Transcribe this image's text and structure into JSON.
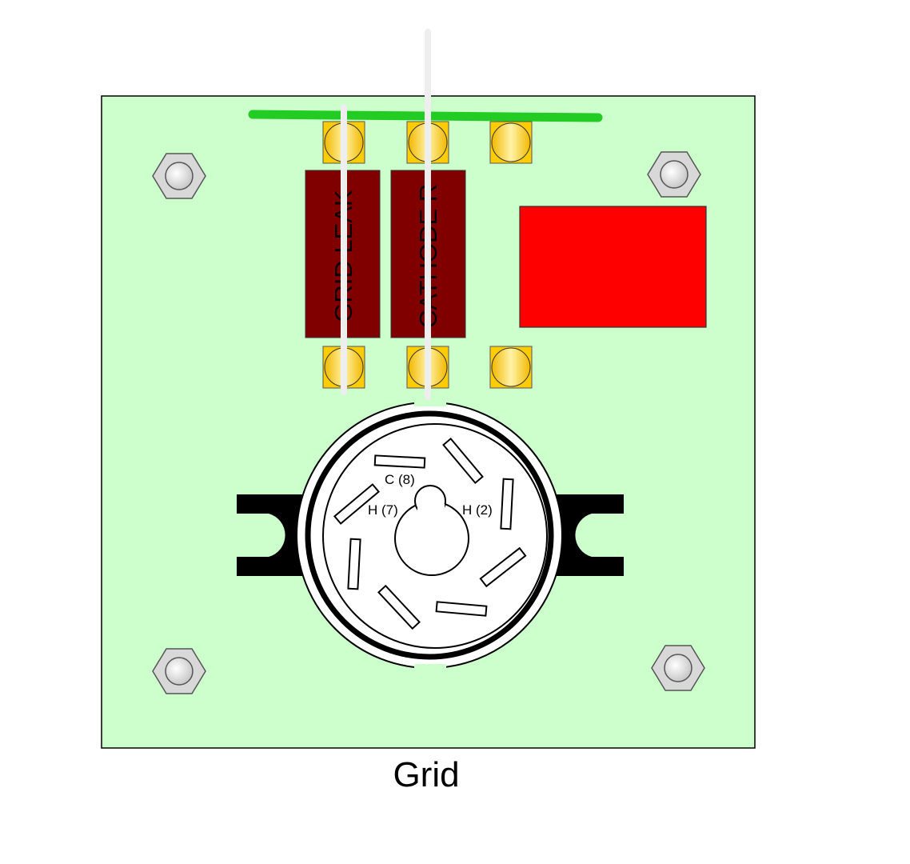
{
  "caption": "Grid",
  "resistors": {
    "grid_leak_label": "GRID LEAK",
    "cathode_label": "CATHODE R"
  },
  "socket_pins": {
    "c8": "C (8)",
    "h7": "H (7)",
    "h2": "H (2)"
  },
  "colors": {
    "board": "#ccffcc",
    "ground_bus": "#22cc22",
    "resistor": "#800000",
    "capacitor": "#ff0000",
    "pad": "#ffcc00",
    "wire": "#eeeeee",
    "bracket": "#000000",
    "standoff": "#e0e0e0"
  }
}
